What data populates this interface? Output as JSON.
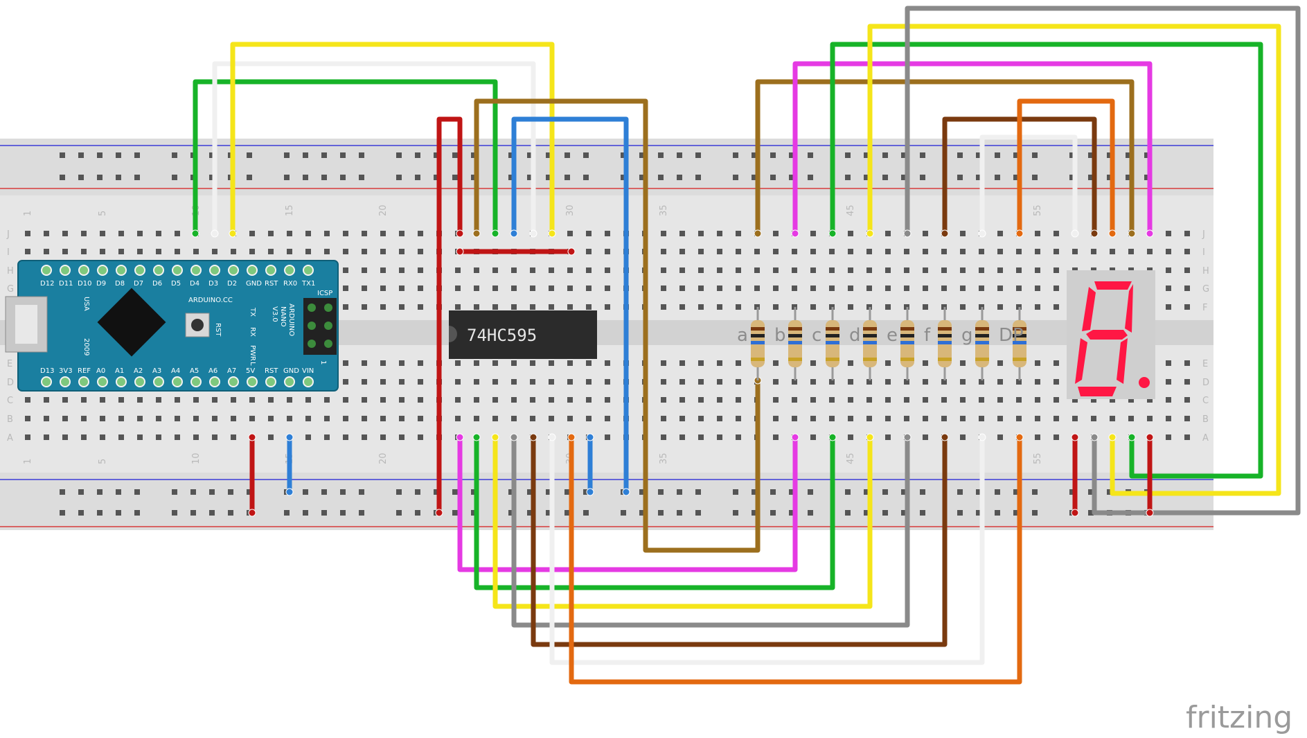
{
  "brand": "fritzing",
  "chip_label": "74HC595",
  "segment_labels": [
    "a",
    "b",
    "c",
    "d",
    "e",
    "f",
    "g",
    "DP"
  ],
  "breadboard": {
    "row_letters_top": [
      "J",
      "I",
      "H",
      "G",
      "F"
    ],
    "row_letters_bottom": [
      "E",
      "D",
      "C",
      "B",
      "A"
    ],
    "column_numbers": [
      "1",
      "5",
      "10",
      "15",
      "20",
      "30",
      "35",
      "45",
      "55"
    ]
  },
  "arduino": {
    "top_pins": [
      "D12",
      "D11",
      "D10",
      "D9",
      "D8",
      "D7",
      "D6",
      "D5",
      "D4",
      "D3",
      "D2",
      "GND",
      "RST",
      "RX0",
      "TX1"
    ],
    "bottom_pins": [
      "D13",
      "3V3",
      "REF",
      "A0",
      "A1",
      "A2",
      "A3",
      "A4",
      "A5",
      "A6",
      "A7",
      "5V",
      "RST",
      "GND",
      "VIN"
    ],
    "board_text": [
      "ARDUINO",
      "NANO",
      "V3.0"
    ],
    "other_text": [
      "ARDUINO.CC",
      "USA",
      "2009",
      "ICSP",
      "TX",
      "RX",
      "PWR",
      "L",
      "RST",
      "1"
    ]
  },
  "display": {
    "digit": "8",
    "segment_color": "#ff1744"
  },
  "wire_colors": {
    "green": "#17b328",
    "white": "#f0f0f0",
    "yellow": "#f5e51a",
    "red": "#c01515",
    "brown_light": "#9c6f1e",
    "blue": "#2e7fd6",
    "magenta": "#e53ae3",
    "gray": "#8a8a8a",
    "brown_dark": "#7a3a0f",
    "orange": "#e36910"
  }
}
